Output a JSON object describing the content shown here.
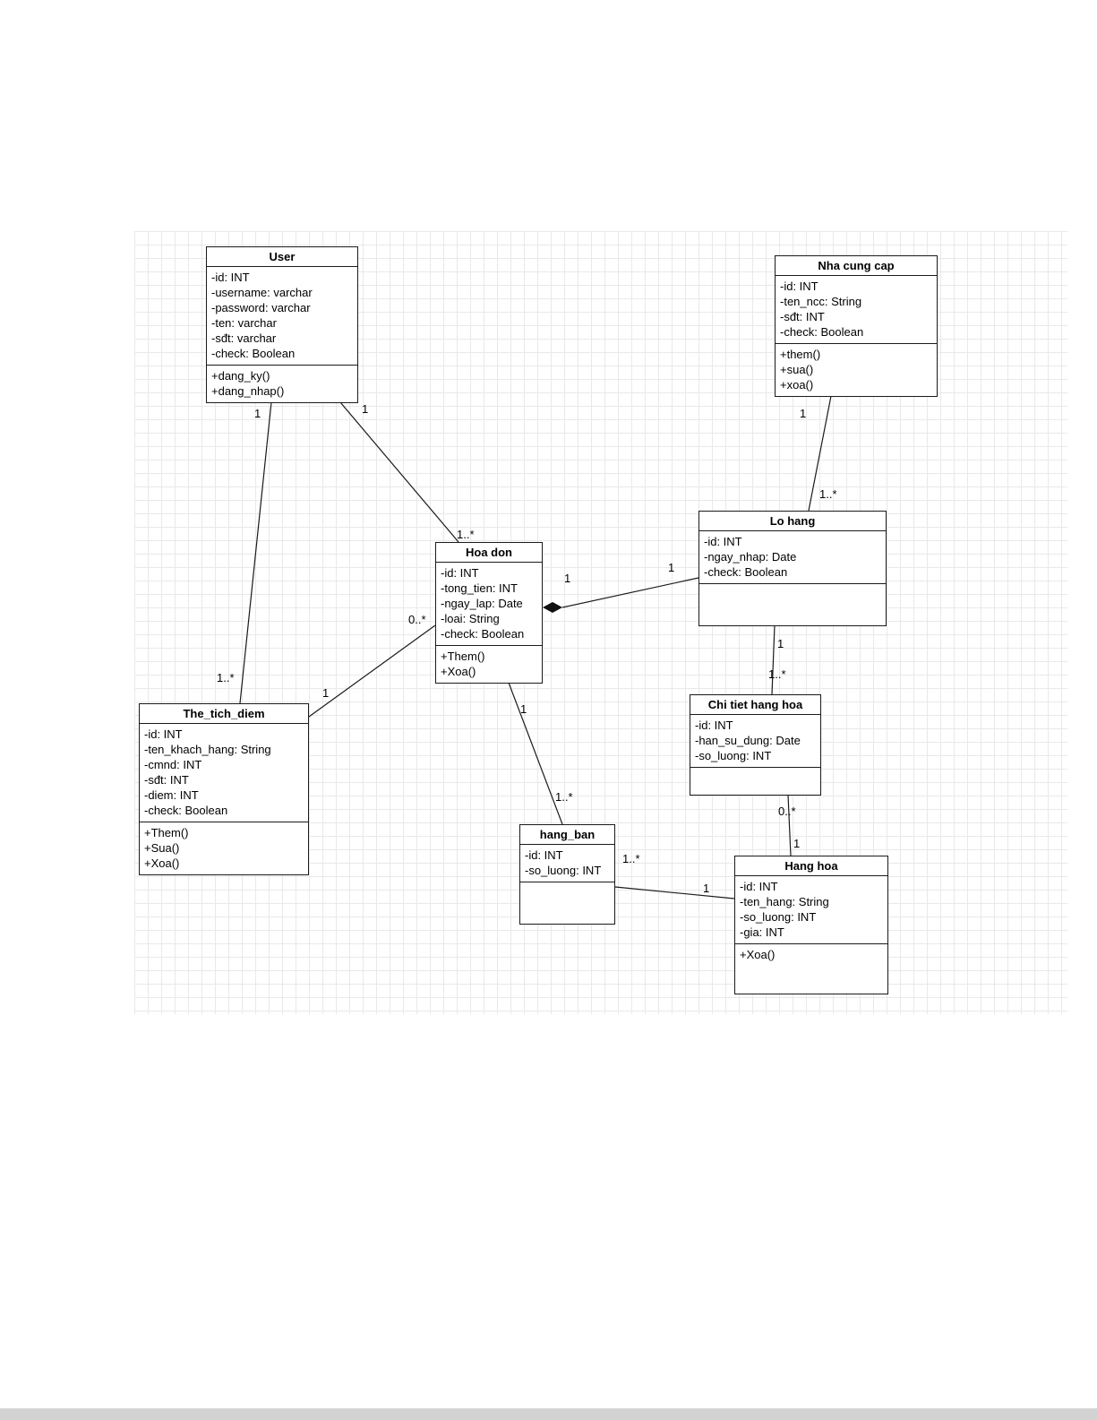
{
  "classes": {
    "user": {
      "name": "User",
      "attributes": [
        "-id: INT",
        "-username: varchar",
        "-password: varchar",
        "-ten: varchar",
        "-sđt: varchar",
        "-check: Boolean"
      ],
      "methods": [
        "+dang_ky()",
        "+dang_nhap()"
      ]
    },
    "nha_cung_cap": {
      "name": "Nha cung cap",
      "attributes": [
        "-id: INT",
        "-ten_ncc: String",
        "-sđt: INT",
        "-check: Boolean"
      ],
      "methods": [
        "+them()",
        "+sua()",
        "+xoa()"
      ]
    },
    "lo_hang": {
      "name": "Lo hang",
      "attributes": [
        "-id: INT",
        "-ngay_nhap: Date",
        "-check: Boolean"
      ],
      "methods": []
    },
    "hoa_don": {
      "name": "Hoa don",
      "attributes": [
        "-id: INT",
        "-tong_tien: INT",
        "-ngay_lap: Date",
        "-loai: String",
        "-check: Boolean"
      ],
      "methods": [
        "+Them()",
        "+Xoa()"
      ]
    },
    "chi_tiet_hang_hoa": {
      "name": "Chi tiet hang hoa",
      "attributes": [
        "-id: INT",
        "-han_su_dung: Date",
        "-so_luong: INT"
      ],
      "methods": []
    },
    "the_tich_diem": {
      "name": "The_tich_diem",
      "attributes": [
        "-id: INT",
        "-ten_khach_hang: String",
        "-cmnd: INT",
        "-sđt: INT",
        "-diem: INT",
        "-check: Boolean"
      ],
      "methods": [
        "+Them()",
        "+Sua()",
        "+Xoa()"
      ]
    },
    "hang_ban": {
      "name": "hang_ban",
      "attributes": [
        "-id: INT",
        "-so_luong: INT"
      ],
      "methods": []
    },
    "hang_hoa": {
      "name": "Hang hoa",
      "attributes": [
        "-id: INT",
        "-ten_hang: String",
        "-so_luong: INT",
        "-gia: INT"
      ],
      "methods": [
        "+Xoa()"
      ]
    }
  },
  "multiplicities": {
    "user_hoadon": {
      "user_end": "1",
      "hoadon_end": "1..*"
    },
    "user_thetichdiem": {
      "user_end": "1",
      "thetichdiem_end": "1..*"
    },
    "nhacungcap_lohang": {
      "nhacungcap_end": "1",
      "lohang_end": "1..*"
    },
    "lohang_hoadon": {
      "lohang_end": "1",
      "hoadon_end": "1"
    },
    "lohang_chitiet": {
      "lohang_end": "1",
      "chitiet_end": "1..*"
    },
    "chitiet_hanghoa": {
      "chitiet_end": "0..*",
      "hanghoa_end": "1"
    },
    "hoadon_hangban": {
      "hoadon_end": "1",
      "hangban_end": "1..*"
    },
    "hangban_hanghoa": {
      "hangban_end": "1..*",
      "hanghoa_end": "1"
    },
    "thetichdiem_hoadon": {
      "thetichdiem_end": "1",
      "hoadon_end": "0..*"
    }
  }
}
